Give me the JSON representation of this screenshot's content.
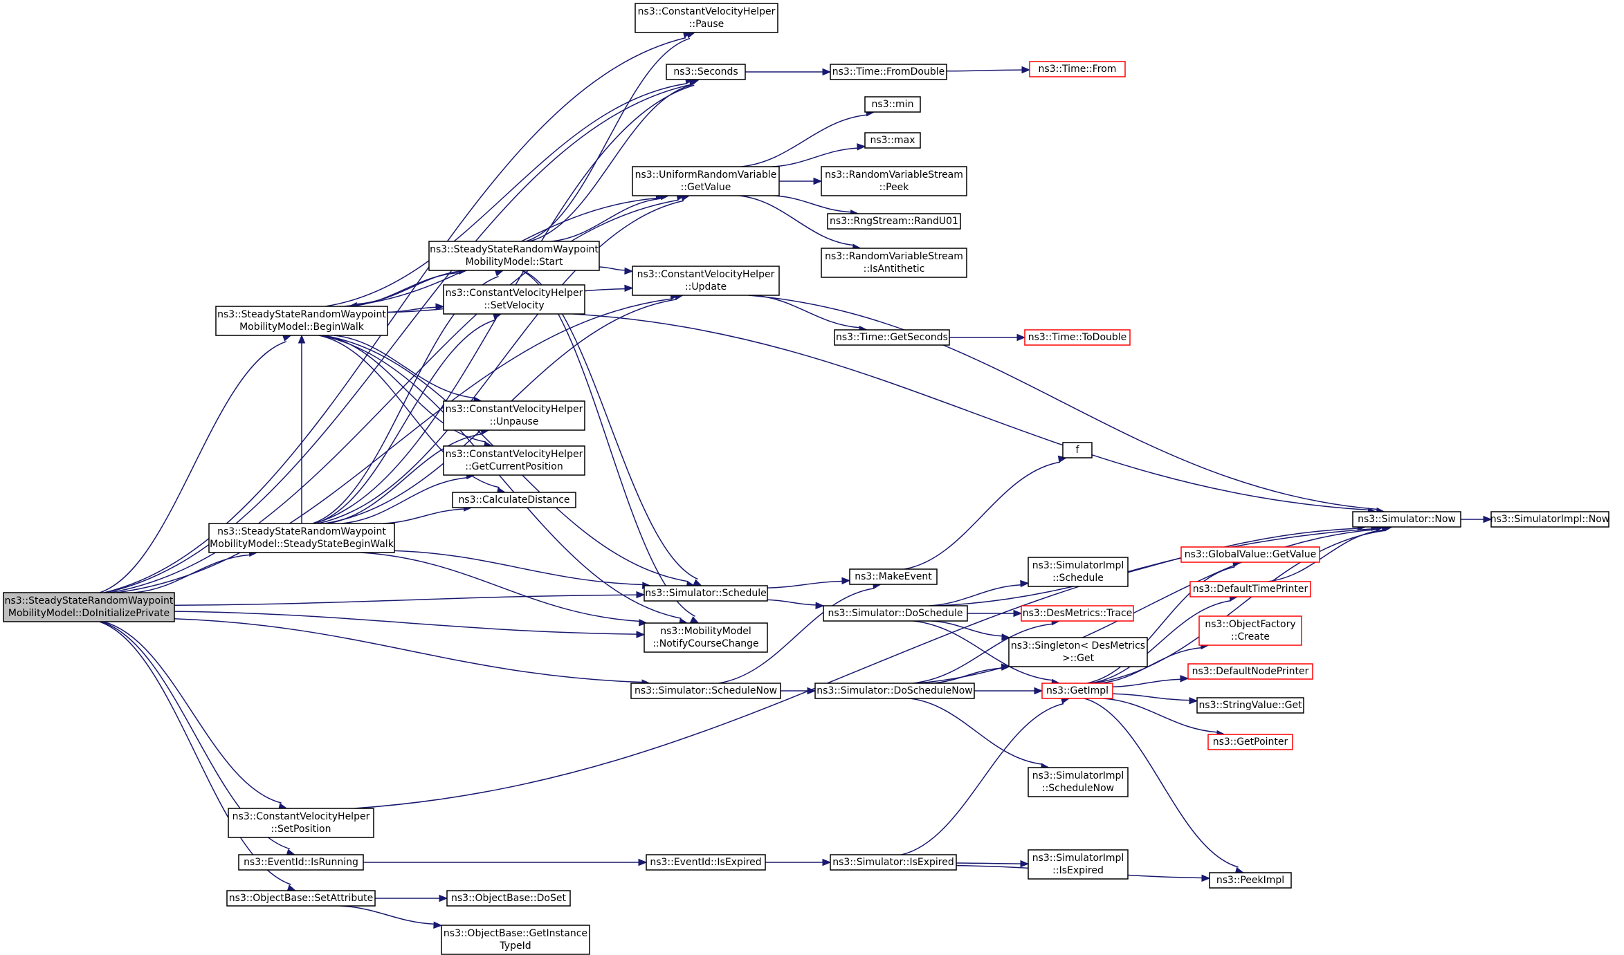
{
  "nodes": [
    {
      "id": "n0",
      "lines": [
        "ns3::SteadyStateRandomWaypoint",
        "MobilityModel::DoInitializePrivate"
      ],
      "style": "focus"
    },
    {
      "id": "n1",
      "lines": [
        "ns3::SteadyStateRandomWaypoint",
        "MobilityModel::BeginWalk"
      ],
      "style": "normal"
    },
    {
      "id": "n2",
      "lines": [
        "ns3::SteadyStateRandomWaypoint",
        "MobilityModel::SteadyStateBeginWalk"
      ],
      "style": "normal"
    },
    {
      "id": "n3",
      "lines": [
        "ns3::ConstantVelocityHelper",
        "::SetPosition"
      ],
      "style": "normal"
    },
    {
      "id": "n4",
      "lines": [
        "ns3::EventId::IsRunning"
      ],
      "style": "normal"
    },
    {
      "id": "n5",
      "lines": [
        "ns3::ObjectBase::SetAttribute"
      ],
      "style": "normal"
    },
    {
      "id": "n6",
      "lines": [
        "ns3::SteadyStateRandomWaypoint",
        "MobilityModel::Start"
      ],
      "style": "normal"
    },
    {
      "id": "n7",
      "lines": [
        "ns3::ConstantVelocityHelper",
        "::SetVelocity"
      ],
      "style": "normal"
    },
    {
      "id": "n8",
      "lines": [
        "ns3::ConstantVelocityHelper",
        "::Unpause"
      ],
      "style": "normal"
    },
    {
      "id": "n9",
      "lines": [
        "ns3::ConstantVelocityHelper",
        "::GetCurrentPosition"
      ],
      "style": "normal"
    },
    {
      "id": "n10",
      "lines": [
        "ns3::CalculateDistance"
      ],
      "style": "normal"
    },
    {
      "id": "n11",
      "lines": [
        "ns3::ObjectBase::DoSet"
      ],
      "style": "normal"
    },
    {
      "id": "n12",
      "lines": [
        "ns3::ObjectBase::GetInstance",
        "TypeId"
      ],
      "style": "normal"
    },
    {
      "id": "n13",
      "lines": [
        "ns3::ConstantVelocityHelper",
        "::Pause"
      ],
      "style": "normal"
    },
    {
      "id": "n14",
      "lines": [
        "ns3::Seconds"
      ],
      "style": "normal"
    },
    {
      "id": "n15",
      "lines": [
        "ns3::UniformRandomVariable",
        "::GetValue"
      ],
      "style": "normal"
    },
    {
      "id": "n16",
      "lines": [
        "ns3::ConstantVelocityHelper",
        "::Update"
      ],
      "style": "normal"
    },
    {
      "id": "n17",
      "lines": [
        "ns3::Simulator::Schedule"
      ],
      "style": "normal"
    },
    {
      "id": "n18",
      "lines": [
        "ns3::MobilityModel",
        "::NotifyCourseChange"
      ],
      "style": "normal"
    },
    {
      "id": "n19",
      "lines": [
        "ns3::Simulator::ScheduleNow"
      ],
      "style": "normal"
    },
    {
      "id": "n20",
      "lines": [
        "ns3::EventId::IsExpired"
      ],
      "style": "normal"
    },
    {
      "id": "n21",
      "lines": [
        "ns3::Time::FromDouble"
      ],
      "style": "normal"
    },
    {
      "id": "n22",
      "lines": [
        "ns3::min"
      ],
      "style": "normal"
    },
    {
      "id": "n23",
      "lines": [
        "ns3::max"
      ],
      "style": "normal"
    },
    {
      "id": "n24",
      "lines": [
        "ns3::RandomVariableStream",
        "::Peek"
      ],
      "style": "normal"
    },
    {
      "id": "n25",
      "lines": [
        "ns3::RngStream::RandU01"
      ],
      "style": "normal"
    },
    {
      "id": "n26",
      "lines": [
        "ns3::RandomVariableStream",
        "::IsAntithetic"
      ],
      "style": "normal"
    },
    {
      "id": "n27",
      "lines": [
        "ns3::Time::GetSeconds"
      ],
      "style": "normal"
    },
    {
      "id": "n28",
      "lines": [
        "ns3::MakeEvent"
      ],
      "style": "normal"
    },
    {
      "id": "n29",
      "lines": [
        "ns3::Simulator::DoSchedule"
      ],
      "style": "normal"
    },
    {
      "id": "n30",
      "lines": [
        "ns3::Simulator::DoScheduleNow"
      ],
      "style": "normal"
    },
    {
      "id": "n31",
      "lines": [
        "ns3::Simulator::IsExpired"
      ],
      "style": "normal"
    },
    {
      "id": "n32",
      "lines": [
        "ns3::Time::From"
      ],
      "style": "red"
    },
    {
      "id": "n33",
      "lines": [
        "ns3::Time::ToDouble"
      ],
      "style": "red"
    },
    {
      "id": "n34",
      "lines": [
        "f"
      ],
      "style": "normal"
    },
    {
      "id": "n35",
      "lines": [
        "ns3::SimulatorImpl",
        "::Schedule"
      ],
      "style": "normal"
    },
    {
      "id": "n36",
      "lines": [
        "ns3::DesMetrics::Trace"
      ],
      "style": "red"
    },
    {
      "id": "n37",
      "lines": [
        "ns3::Singleton< DesMetrics",
        " >::Get"
      ],
      "style": "normal"
    },
    {
      "id": "n38",
      "lines": [
        "ns3::GetImpl"
      ],
      "style": "red"
    },
    {
      "id": "n39",
      "lines": [
        "ns3::SimulatorImpl",
        "::ScheduleNow"
      ],
      "style": "normal"
    },
    {
      "id": "n40",
      "lines": [
        "ns3::SimulatorImpl",
        "::IsExpired"
      ],
      "style": "normal"
    },
    {
      "id": "n41",
      "lines": [
        "ns3::PeekImpl"
      ],
      "style": "normal"
    },
    {
      "id": "n42",
      "lines": [
        "ns3::Simulator::Now"
      ],
      "style": "normal"
    },
    {
      "id": "n43",
      "lines": [
        "ns3::GlobalValue::GetValue"
      ],
      "style": "red"
    },
    {
      "id": "n44",
      "lines": [
        "ns3::DefaultTimePrinter"
      ],
      "style": "red"
    },
    {
      "id": "n45",
      "lines": [
        "ns3::ObjectFactory",
        "::Create"
      ],
      "style": "red"
    },
    {
      "id": "n46",
      "lines": [
        "ns3::DefaultNodePrinter"
      ],
      "style": "red"
    },
    {
      "id": "n47",
      "lines": [
        "ns3::StringValue::Get"
      ],
      "style": "normal"
    },
    {
      "id": "n48",
      "lines": [
        "ns3::GetPointer"
      ],
      "style": "red"
    },
    {
      "id": "n49",
      "lines": [
        "ns3::SimulatorImpl::Now"
      ],
      "style": "normal"
    }
  ],
  "edges": [
    [
      "n0",
      "n1"
    ],
    [
      "n0",
      "n2"
    ],
    [
      "n0",
      "n3"
    ],
    [
      "n0",
      "n4"
    ],
    [
      "n0",
      "n5"
    ],
    [
      "n0",
      "n13"
    ],
    [
      "n0",
      "n14"
    ],
    [
      "n0",
      "n15"
    ],
    [
      "n0",
      "n16"
    ],
    [
      "n0",
      "n17"
    ],
    [
      "n0",
      "n18"
    ],
    [
      "n0",
      "n19"
    ],
    [
      "n1",
      "n6"
    ],
    [
      "n1",
      "n7"
    ],
    [
      "n1",
      "n8"
    ],
    [
      "n1",
      "n9"
    ],
    [
      "n1",
      "n10"
    ],
    [
      "n1",
      "n14"
    ],
    [
      "n1",
      "n15"
    ],
    [
      "n1",
      "n16"
    ],
    [
      "n1",
      "n17"
    ],
    [
      "n1",
      "n18"
    ],
    [
      "n2",
      "n1"
    ],
    [
      "n2",
      "n6"
    ],
    [
      "n2",
      "n7"
    ],
    [
      "n2",
      "n8"
    ],
    [
      "n2",
      "n9"
    ],
    [
      "n2",
      "n10"
    ],
    [
      "n2",
      "n14"
    ],
    [
      "n2",
      "n15"
    ],
    [
      "n2",
      "n16"
    ],
    [
      "n2",
      "n17"
    ],
    [
      "n2",
      "n18"
    ],
    [
      "n6",
      "n1"
    ],
    [
      "n6",
      "n13"
    ],
    [
      "n6",
      "n14"
    ],
    [
      "n6",
      "n15"
    ],
    [
      "n6",
      "n16"
    ],
    [
      "n6",
      "n17"
    ],
    [
      "n6",
      "n18"
    ],
    [
      "n3",
      "n42"
    ],
    [
      "n4",
      "n20"
    ],
    [
      "n5",
      "n11"
    ],
    [
      "n5",
      "n12"
    ],
    [
      "n7",
      "n42"
    ],
    [
      "n14",
      "n21"
    ],
    [
      "n21",
      "n32"
    ],
    [
      "n15",
      "n22"
    ],
    [
      "n15",
      "n23"
    ],
    [
      "n15",
      "n24"
    ],
    [
      "n15",
      "n25"
    ],
    [
      "n15",
      "n26"
    ],
    [
      "n16",
      "n27"
    ],
    [
      "n16",
      "n42"
    ],
    [
      "n27",
      "n33"
    ],
    [
      "n17",
      "n28"
    ],
    [
      "n17",
      "n29"
    ],
    [
      "n19",
      "n28"
    ],
    [
      "n19",
      "n30"
    ],
    [
      "n20",
      "n31"
    ],
    [
      "n28",
      "n34"
    ],
    [
      "n29",
      "n42"
    ],
    [
      "n29",
      "n35"
    ],
    [
      "n29",
      "n36"
    ],
    [
      "n29",
      "n37"
    ],
    [
      "n29",
      "n38"
    ],
    [
      "n30",
      "n36"
    ],
    [
      "n30",
      "n37"
    ],
    [
      "n30",
      "n38"
    ],
    [
      "n30",
      "n39"
    ],
    [
      "n30",
      "n42"
    ],
    [
      "n31",
      "n38"
    ],
    [
      "n31",
      "n40"
    ],
    [
      "n31",
      "n41"
    ],
    [
      "n38",
      "n42"
    ],
    [
      "n38",
      "n43"
    ],
    [
      "n38",
      "n44"
    ],
    [
      "n38",
      "n45"
    ],
    [
      "n38",
      "n46"
    ],
    [
      "n38",
      "n47"
    ],
    [
      "n38",
      "n48"
    ],
    [
      "n38",
      "n41"
    ],
    [
      "n44",
      "n42"
    ],
    [
      "n42",
      "n49"
    ]
  ]
}
